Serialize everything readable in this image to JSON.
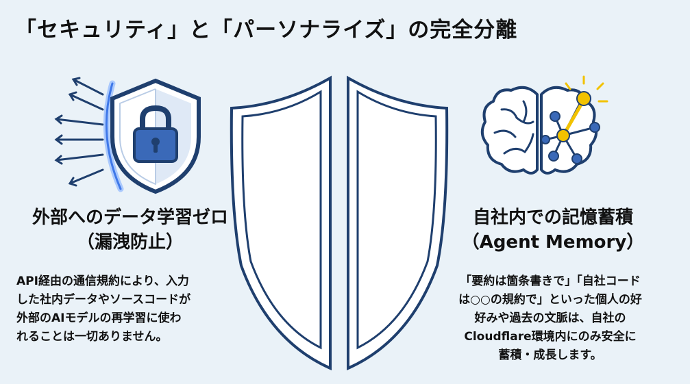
{
  "title": "「セキュリティ」と「パーソナライズ」の完全分離",
  "left": {
    "heading": [
      "外部へのデータ学習ゼロ",
      "（漏洩防止）"
    ],
    "body": [
      "API経由の通信規約により、入力",
      "した社内データやソースコードが",
      "外部のAIモデルの再学習に使わ",
      "れることは一切ありません。"
    ],
    "icon": "shield-lock-icon"
  },
  "center": {
    "icon": "split-shield-icon"
  },
  "right": {
    "heading": [
      "自社内での記憶蓄積",
      "（Agent Memory）"
    ],
    "body": [
      "「要約は箇条書きで」「自社コード",
      "は○○の規約で」といった個人の好",
      "好みや過去の文脈は、自社の",
      "Cloudflare環境内にのみ安全に",
      "蓄積・成長します。"
    ],
    "icon": "brain-network-icon"
  },
  "colors": {
    "background": "#eaf2f8",
    "accent_blue": "#2f5fa8",
    "navy": "#1f3f6e",
    "glow": "#6fa0f0",
    "highlight_yellow": "#f2c200"
  }
}
